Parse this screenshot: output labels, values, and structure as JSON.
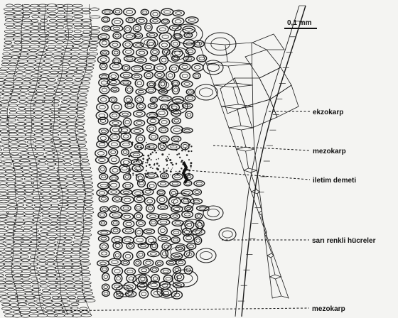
{
  "scale_bar": {
    "label": "0,1 mm"
  },
  "labels": [
    {
      "id": "ekzokarp",
      "text": "ekzokarp"
    },
    {
      "id": "mezokarp-upper",
      "text": "mezokarp"
    },
    {
      "id": "iletim-demeti",
      "text": "iletim demeti"
    },
    {
      "id": "sari-renkli-hucreler",
      "text": "sarı renkli hücreler"
    },
    {
      "id": "mezokarp-lower",
      "text": "mezokarp"
    }
  ]
}
